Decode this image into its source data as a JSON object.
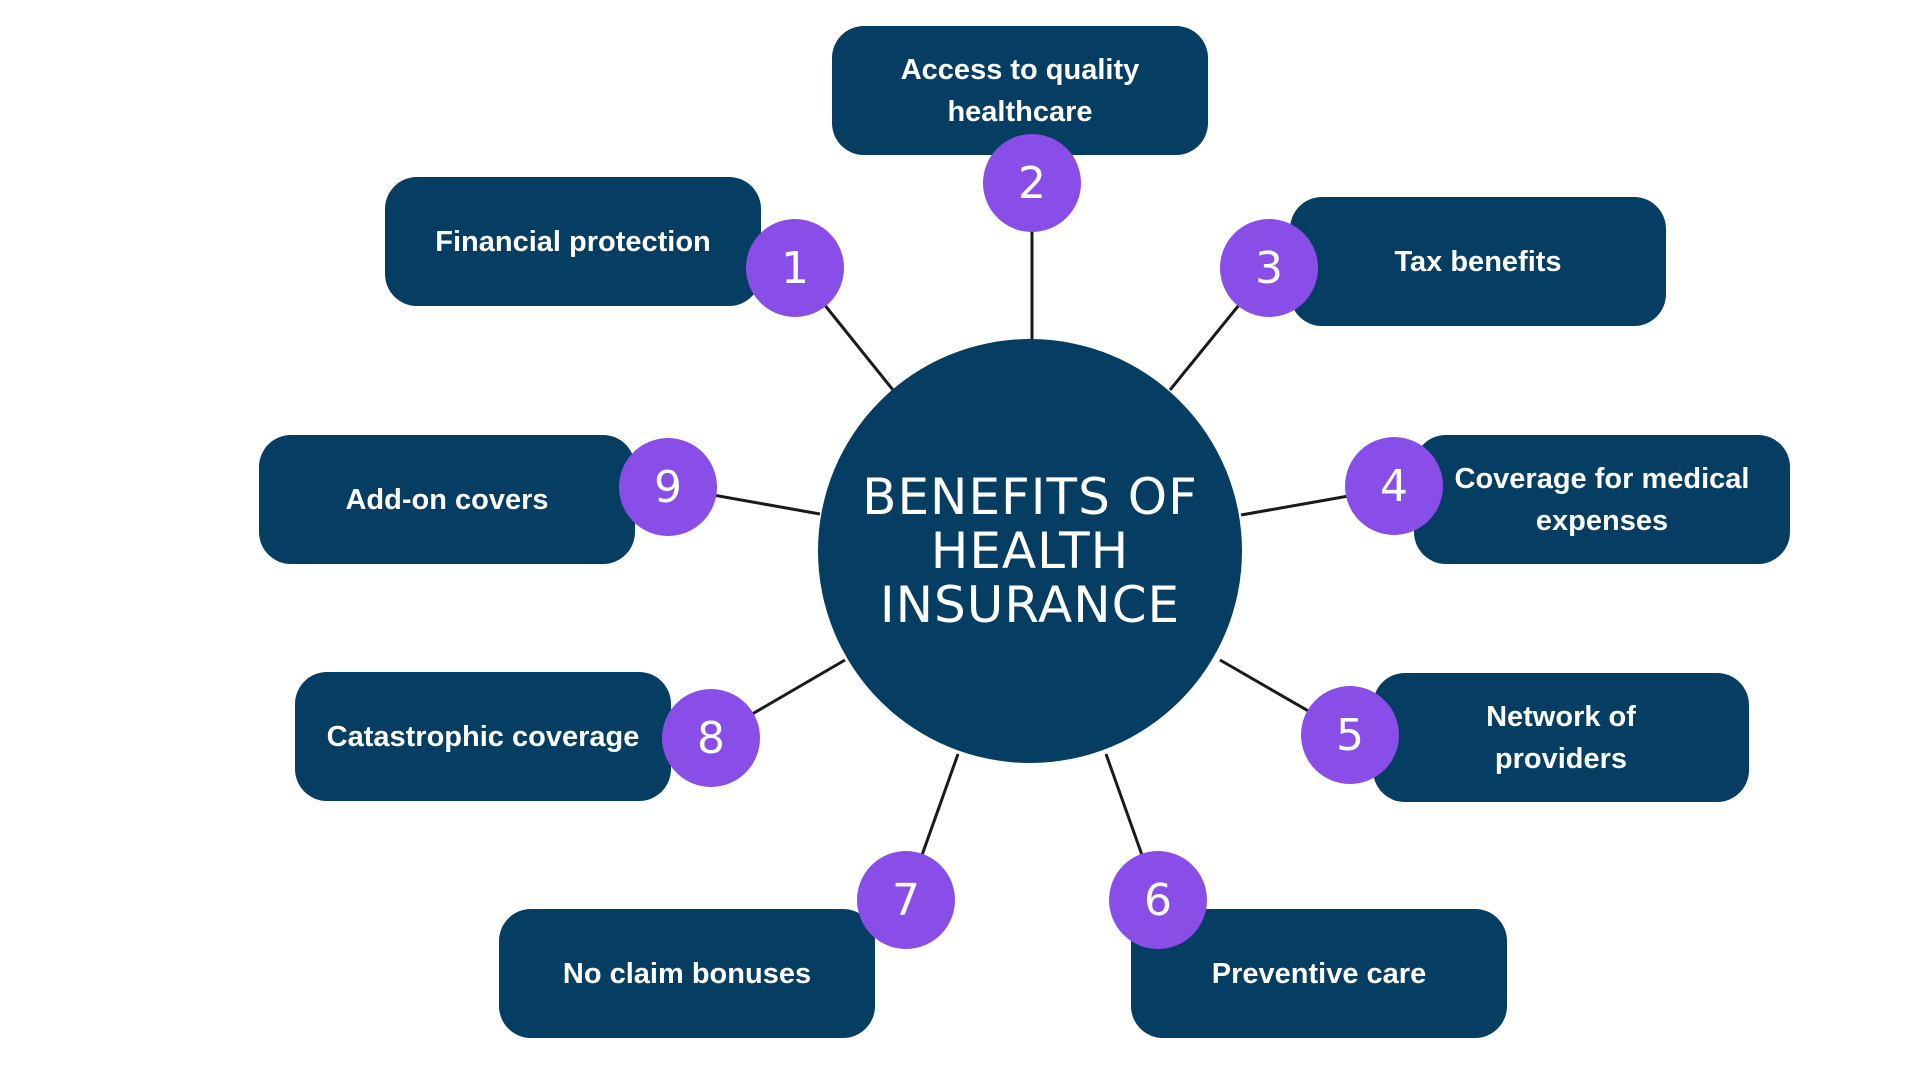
{
  "colors": {
    "card_fill": "#063d63",
    "hub_fill": "#063d63",
    "badge_fill": "#8a4ee8",
    "text_light": "#ffffff",
    "connector": "#1a1a1a",
    "background": "#ffffff"
  },
  "diagram": {
    "center": {
      "title": "BENEFITS OF HEALTH INSURANCE"
    },
    "benefits": [
      {
        "number": "1",
        "label": "Financial protection"
      },
      {
        "number": "2",
        "label": "Access to quality healthcare"
      },
      {
        "number": "3",
        "label": "Tax benefits"
      },
      {
        "number": "4",
        "label": "Coverage for medical expenses"
      },
      {
        "number": "5",
        "label": "Network of providers"
      },
      {
        "number": "6",
        "label": "Preventive care"
      },
      {
        "number": "7",
        "label": "No claim bonuses"
      },
      {
        "number": "8",
        "label": "Catastrophic coverage"
      },
      {
        "number": "9",
        "label": "Add-on covers"
      }
    ]
  }
}
